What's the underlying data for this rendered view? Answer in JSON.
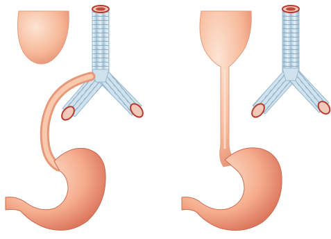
{
  "figure": {
    "panels": [
      {
        "structures": [
          "upper-esophageal-pouch",
          "trachea",
          "tracheoesophageal-fistula",
          "lower-esophagus",
          "stomach",
          "duodenum"
        ]
      },
      {
        "structures": [
          "esophagus",
          "trachea",
          "stomach",
          "duodenum"
        ]
      }
    ]
  },
  "colors": {
    "background": "#ffffff",
    "tissue_light": "#fbd3bc",
    "tissue_mid": "#f2a886",
    "tissue_dark": "#d8684e",
    "airway_light": "#d6e8f2",
    "airway_mid": "#a9c7da",
    "airway_ring": "#7fa6bf",
    "airway_lumen": "#b83a2e"
  }
}
